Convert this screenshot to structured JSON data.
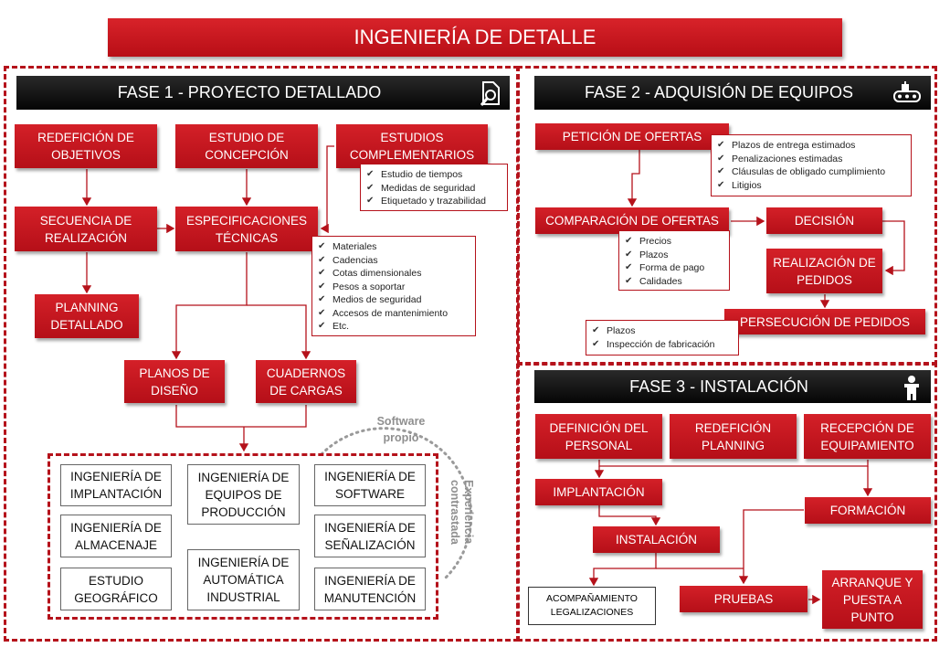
{
  "title": "INGENIERÍA DE DETALLE",
  "phase1": {
    "header": "FASE 1 - PROYECTO  DETALLADO",
    "icon": "magnifier-document-icon",
    "redefinicion": "REDEFICIÓN DE OBJETIVOS",
    "estudio": "ESTUDIO DE CONCEPCIÓN",
    "complementarios": "ESTUDIOS COMPLEMENTARIOS",
    "complementarios_list": [
      "Estudio de tiempos",
      "Medidas de seguridad",
      "Etiquetado y trazabilidad"
    ],
    "secuencia": "SECUENCIA DE REALIZACIÓN",
    "especificaciones": "ESPECIFICACIONES TÉCNICAS",
    "especificaciones_list": [
      "Materiales",
      "Cadencias",
      "Cotas dimensionales",
      "Pesos a soportar",
      "Medios de seguridad",
      "Accesos de mantenimiento",
      "Etc."
    ],
    "planning": "PLANNING DETALLADO",
    "planos": "PLANOS DE DISEÑO",
    "cuadernos": "CUADERNOS DE CARGAS",
    "software_propio": "Software propio",
    "experiencia": "Experiencia contrastada",
    "engineering": {
      "implantacion": "INGENIERÍA DE IMPLANTACIÓN",
      "equipos": "INGENIERÍA DE EQUIPOS DE PRODUCCIÓN",
      "software": "INGENIERÍA DE SOFTWARE",
      "almacenaje": "INGENIERÍA DE ALMACENAJE",
      "senalizacion": "INGENIERÍA DE SEÑALIZACIÓN",
      "geografico": "ESTUDIO GEOGRÁFICO",
      "automatica": "INGENIERÍA DE AUTOMÁTICA INDUSTRIAL",
      "manutencion": "INGENIERÍA DE MANUTENCIÓN"
    }
  },
  "phase2": {
    "header": "FASE 2 - ADQUISIÓN  DE EQUIPOS",
    "icon": "conveyor-icon",
    "peticion": "PETICIÓN DE OFERTAS",
    "peticion_list": [
      "Plazos de entrega estimados",
      "Penalizaciones estimadas",
      "Cláusulas de obligado cumplimiento",
      "Litigios"
    ],
    "comparacion": "COMPARACIÓN DE OFERTAS",
    "comparacion_list": [
      "Precios",
      "Plazos",
      "Forma de pago",
      "Calidades"
    ],
    "decision": "DECISIÓN",
    "realizacion": "REALIZACIÓN DE PEDIDOS",
    "persecucion": "PERSECUCIÓN DE PEDIDOS",
    "persecucion_list": [
      "Plazos",
      "Inspección de fabricación"
    ]
  },
  "phase3": {
    "header": "FASE 3 - INSTALACIÓN",
    "icon": "worker-icon",
    "definicion": "DEFINICIÓN DEL PERSONAL",
    "redefinicion_planning": "REDEFICIÓN PLANNING",
    "recepcion": "RECEPCIÓN DE EQUIPAMIENTO",
    "implantacion": "IMPLANTACIÓN",
    "formacion": "FORMACIÓN",
    "instalacion": "INSTALACIÓN",
    "acompanamiento": "ACOMPAÑAMIENTO LEGALIZACIONES",
    "pruebas": "PRUEBAS",
    "arranque": "ARRANQUE Y PUESTA A PUNTO"
  }
}
